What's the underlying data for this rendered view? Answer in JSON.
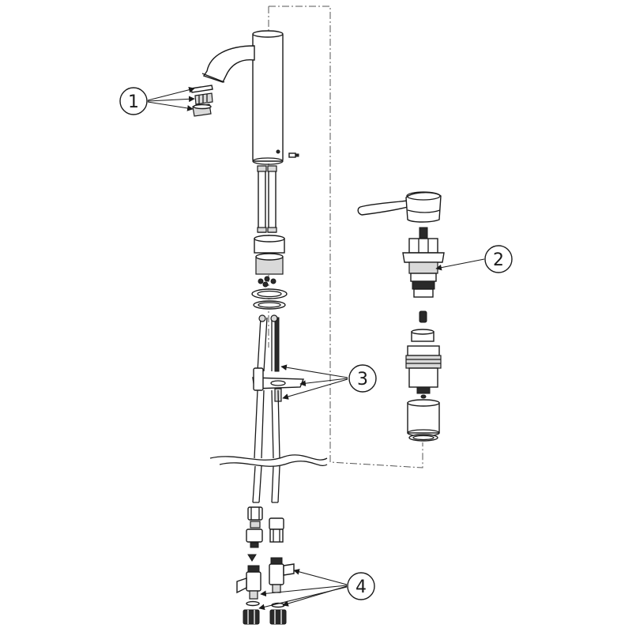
{
  "callouts": [
    {
      "id": "1",
      "label": "1"
    },
    {
      "id": "2",
      "label": "2"
    },
    {
      "id": "3",
      "label": "3"
    },
    {
      "id": "4",
      "label": "4"
    }
  ],
  "colors": {
    "ink": "#1a1a1a",
    "background": "#ffffff",
    "shade": "#d9d9d9"
  }
}
